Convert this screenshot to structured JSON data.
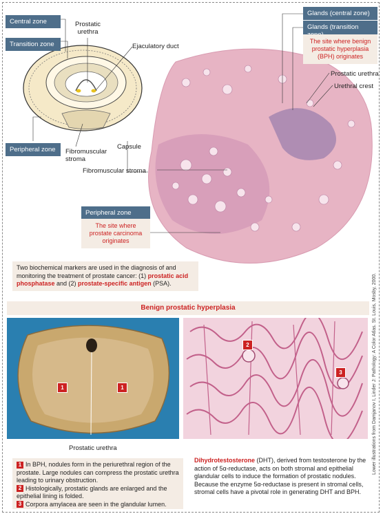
{
  "top": {
    "labels": {
      "central_zone": "Central zone",
      "transition_zone": "Transition zone",
      "prostatic_urethra": "Prostatic urethra",
      "ejaculatory_duct": "Ejaculatory duct",
      "peripheral_zone": "Peripheral zone",
      "fibromuscular_stroma": "Fibromuscular stroma",
      "capsule": "Capsule",
      "fibromuscular_stroma_2": "Fibromuscular stroma",
      "glands_central": "Glands (central zone)",
      "glands_transition": "Glands (transition zone)",
      "bph_site": "The site where benign prostatic hyperplasia (BPH) originates",
      "prostatic_urethra_2": "Prostatic urethra",
      "urethral_crest": "Urethral crest",
      "peripheral_zone_2": "Peripheral zone",
      "carcinoma_site": "The site where prostate carcinoma originates"
    },
    "markers_note": {
      "text1": "Two biochemical markers are used in the diagnosis of and monitoring the treatment of prostate cancer: (1) ",
      "red1": "prostatic acid phosphatase",
      "text2": " and (2) ",
      "red2": "prostate-specific antigen",
      "text3": " (PSA)."
    }
  },
  "bph": {
    "title": "Benign prostatic hyperplasia",
    "photo_label": "Prostatic urethra",
    "markers": {
      "m1": "1",
      "m2": "2",
      "m3": "3"
    },
    "credit": "Lower illustrations from Damjanov I, Linder J: Pathology: A Color Atlas. St. Louis, Mosby, 2000."
  },
  "bottom_left": {
    "n1": "1",
    "t1": "In BPH, nodules form in the periurethral region of the prostate. Large nodules can compress the prostatic urethra leading to urinary obstruction.",
    "n2": "2",
    "t2": "Histologically, prostatic glands are enlarged and the epithelial lining is folded.",
    "n3": "3",
    "t3": "Corpora amylacea are seen in the glandular lumen."
  },
  "bottom_right": {
    "red": "Dihydrotestosterone",
    "text": " (DHT), derived from testosterone by the action of 5α-reductase, acts on both stromal and epithelial glandular cells to induce the formation of prostatic nodules. Because the enzyme 5α-reductase is present in stromal cells, stromal cells have a pivotal role in generating DHT and BPH."
  }
}
